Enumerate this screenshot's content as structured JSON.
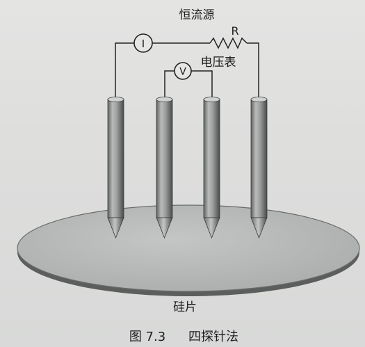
{
  "diagram": {
    "labels": {
      "current_source": "恒流源",
      "resistor": "R",
      "ammeter": "I",
      "voltmeter_symbol": "V",
      "voltmeter": "电压表",
      "wafer": "硅片"
    },
    "caption": {
      "number": "图 7.3",
      "title": "四探针法"
    }
  },
  "colors": {
    "background": "#dedede",
    "wafer_top": "#b9bcbb",
    "wafer_edge": "#6a6c6b",
    "probe_body": "#9ea1a0",
    "probe_dark": "#4a4c4b",
    "wire": "#222222"
  }
}
